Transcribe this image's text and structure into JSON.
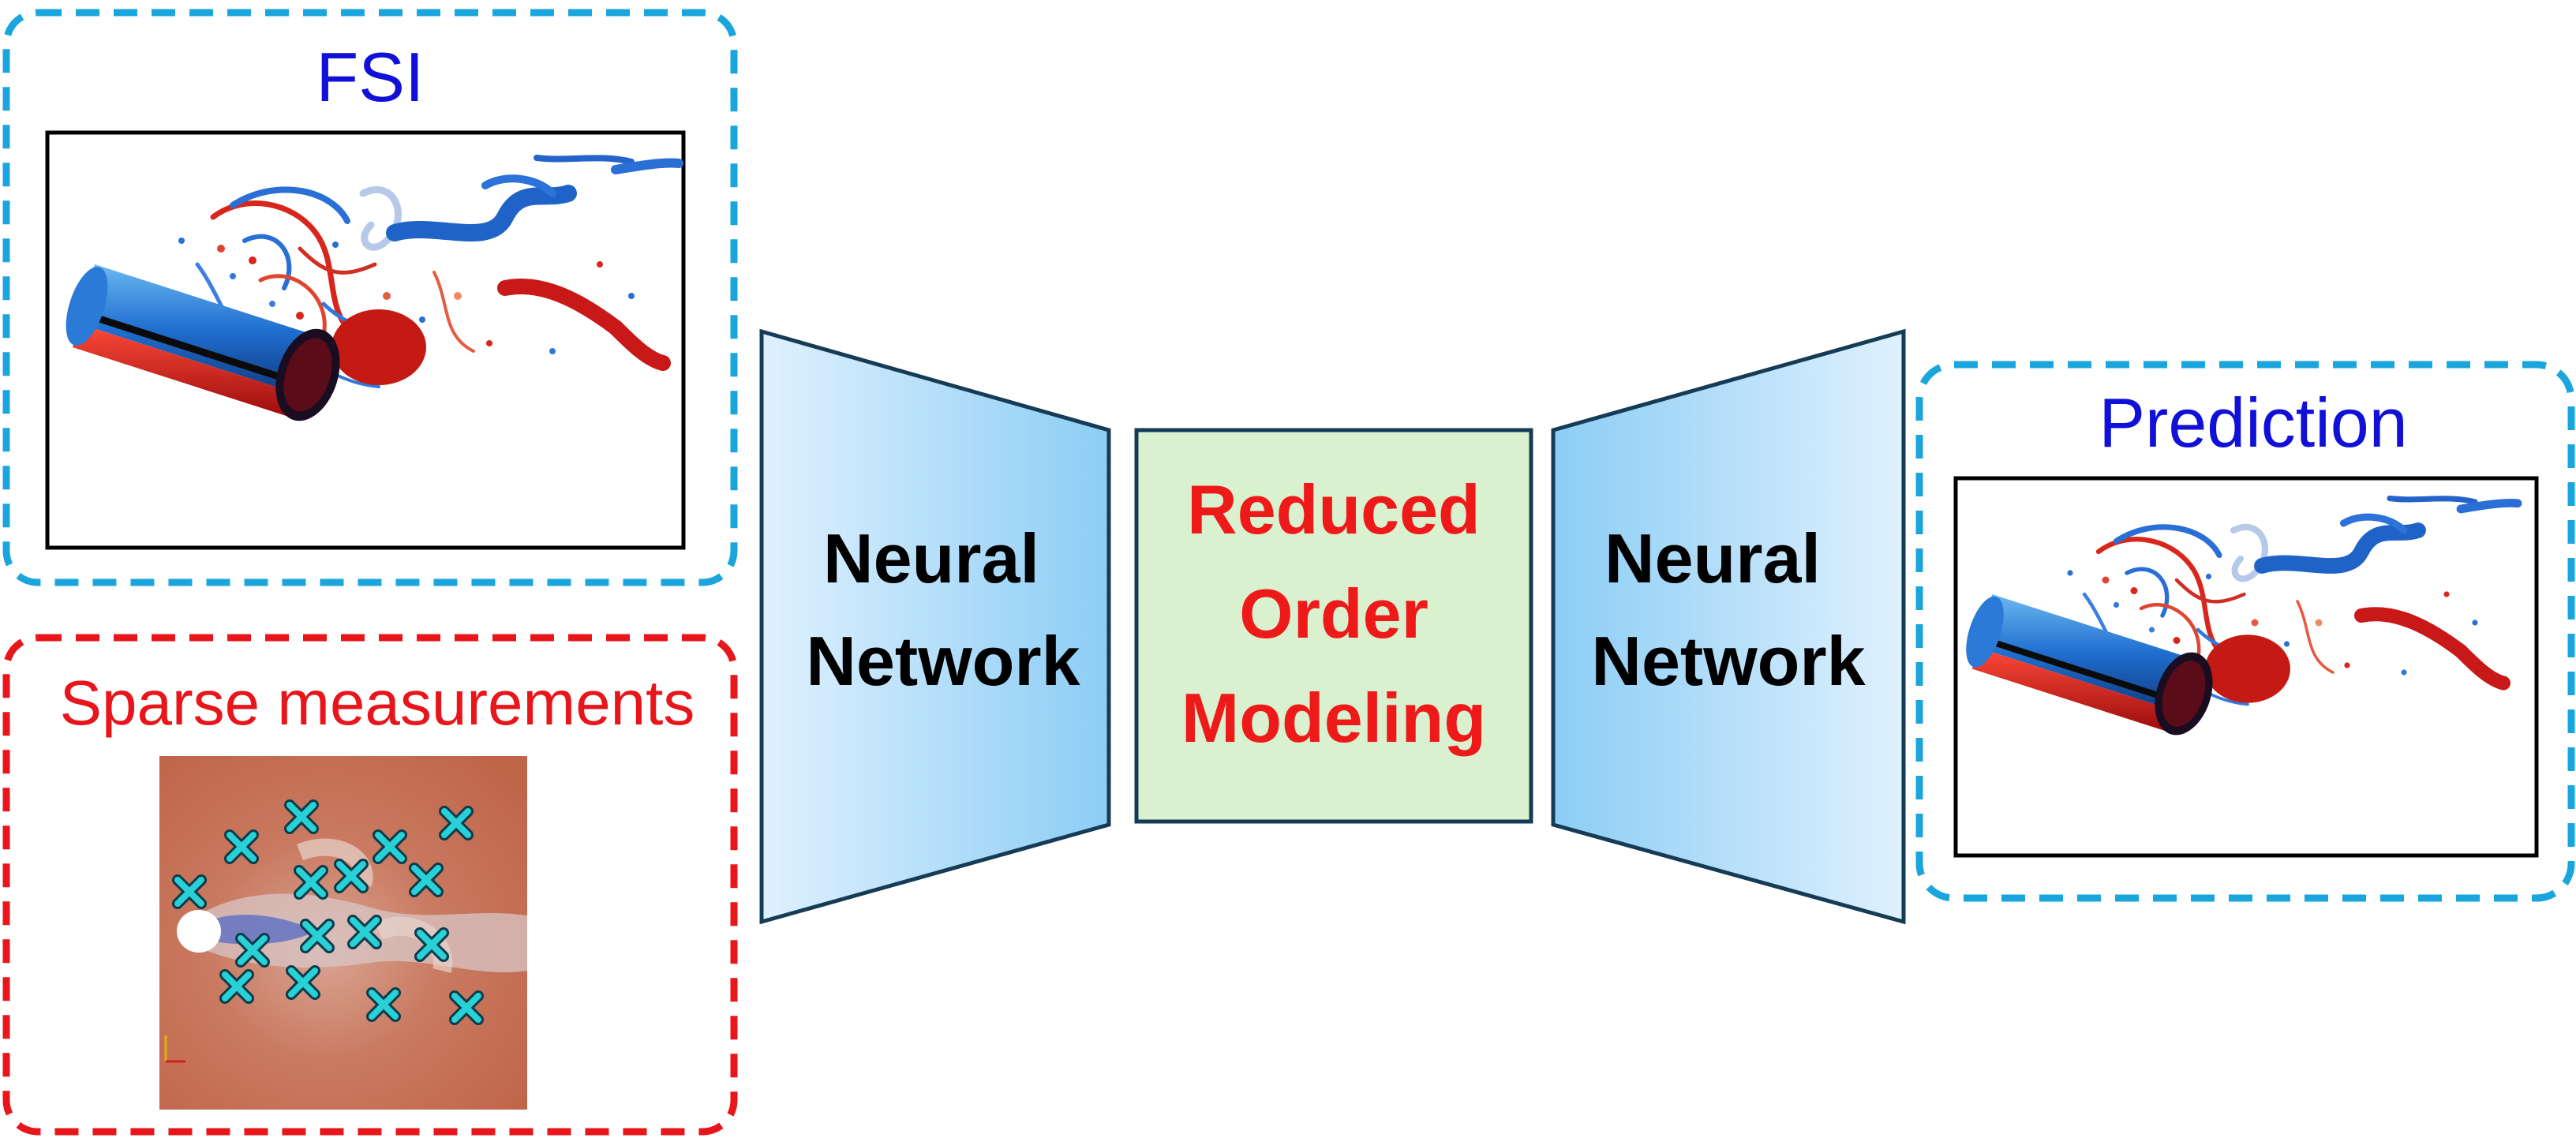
{
  "fsi": {
    "title": "FSI",
    "panel_color": "#1aa6dc",
    "title_color": "#1010d8"
  },
  "sparse": {
    "title": "Sparse measurements",
    "panel_color": "#e8151b",
    "title_color": "#e8151b",
    "field_color": "#c66a4e",
    "marker_color": "#27d1d6",
    "marker_count": 16
  },
  "encoder": {
    "line1": "Neural",
    "line2": "Network",
    "color": "#b9defa"
  },
  "rom": {
    "line1": "Reduced",
    "line2": "Order",
    "line3": "Modeling",
    "text_color": "#ee1a1a",
    "fill": "#d9f1cf"
  },
  "decoder": {
    "line1": "Neural",
    "line2": "Network",
    "color": "#b9defa"
  },
  "prediction": {
    "title": "Prediction",
    "panel_color": "#1aa6dc",
    "title_color": "#1010d8"
  }
}
